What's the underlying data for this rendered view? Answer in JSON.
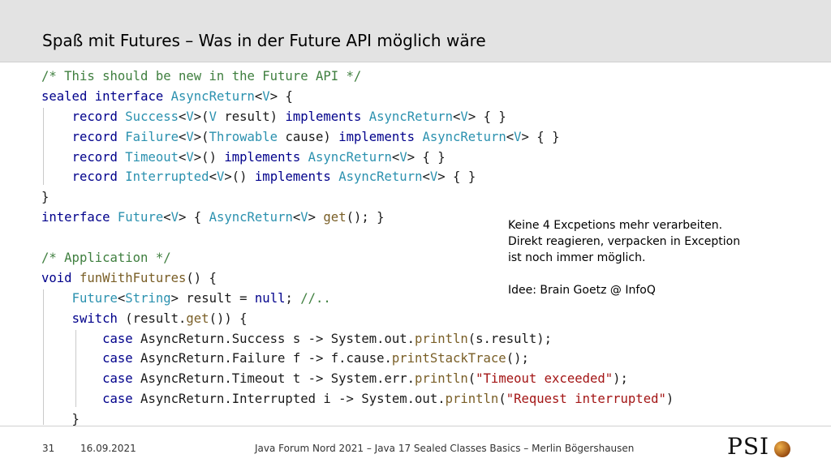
{
  "slide": {
    "title": "Spaß mit Futures – Was in der Future API möglich wäre",
    "note": [
      "Keine 4 Excpetions mehr verarbeiten.",
      "Direkt reagieren, verpacken in Exception",
      "ist noch immer möglich.",
      "",
      "Idee: Brain Goetz @ InfoQ"
    ],
    "footer": {
      "page_number": "31",
      "date": "16.09.2021",
      "event": "Java Forum Nord 2021 – Java 17 Sealed Classes Basics – Merlin Bögershausen"
    },
    "logo": {
      "text": "PSI"
    },
    "colors": {
      "keyword": "#00008b",
      "comment": "#3f7f3f",
      "type": "#2b91af",
      "method": "#795e26",
      "string": "#a31515"
    }
  },
  "code": [
    [
      {
        "t": "/* This should be new in the Future API */",
        "c": "cm"
      }
    ],
    [
      {
        "t": "sealed",
        "c": "kw"
      },
      {
        "t": " "
      },
      {
        "t": "interface",
        "c": "kw"
      },
      {
        "t": " "
      },
      {
        "t": "AsyncReturn",
        "c": "ty"
      },
      {
        "t": "<"
      },
      {
        "t": "V",
        "c": "ty"
      },
      {
        "t": "> {"
      }
    ],
    [
      {
        "t": "    "
      },
      {
        "t": "record",
        "c": "kw"
      },
      {
        "t": " "
      },
      {
        "t": "Success",
        "c": "ty"
      },
      {
        "t": "<"
      },
      {
        "t": "V",
        "c": "ty"
      },
      {
        "t": ">("
      },
      {
        "t": "V",
        "c": "ty"
      },
      {
        "t": " result) "
      },
      {
        "t": "implements",
        "c": "kw"
      },
      {
        "t": " "
      },
      {
        "t": "AsyncReturn",
        "c": "ty"
      },
      {
        "t": "<"
      },
      {
        "t": "V",
        "c": "ty"
      },
      {
        "t": "> { }"
      }
    ],
    [
      {
        "t": "    "
      },
      {
        "t": "record",
        "c": "kw"
      },
      {
        "t": " "
      },
      {
        "t": "Failure",
        "c": "ty"
      },
      {
        "t": "<"
      },
      {
        "t": "V",
        "c": "ty"
      },
      {
        "t": ">("
      },
      {
        "t": "Throwable",
        "c": "ty"
      },
      {
        "t": " cause) "
      },
      {
        "t": "implements",
        "c": "kw"
      },
      {
        "t": " "
      },
      {
        "t": "AsyncReturn",
        "c": "ty"
      },
      {
        "t": "<"
      },
      {
        "t": "V",
        "c": "ty"
      },
      {
        "t": "> { }"
      }
    ],
    [
      {
        "t": "    "
      },
      {
        "t": "record",
        "c": "kw"
      },
      {
        "t": " "
      },
      {
        "t": "Timeout",
        "c": "ty"
      },
      {
        "t": "<"
      },
      {
        "t": "V",
        "c": "ty"
      },
      {
        "t": ">() "
      },
      {
        "t": "implements",
        "c": "kw"
      },
      {
        "t": " "
      },
      {
        "t": "AsyncReturn",
        "c": "ty"
      },
      {
        "t": "<"
      },
      {
        "t": "V",
        "c": "ty"
      },
      {
        "t": "> { }"
      }
    ],
    [
      {
        "t": "    "
      },
      {
        "t": "record",
        "c": "kw"
      },
      {
        "t": " "
      },
      {
        "t": "Interrupted",
        "c": "ty"
      },
      {
        "t": "<"
      },
      {
        "t": "V",
        "c": "ty"
      },
      {
        "t": ">() "
      },
      {
        "t": "implements",
        "c": "kw"
      },
      {
        "t": " "
      },
      {
        "t": "AsyncReturn",
        "c": "ty"
      },
      {
        "t": "<"
      },
      {
        "t": "V",
        "c": "ty"
      },
      {
        "t": "> { }"
      }
    ],
    [
      {
        "t": "}"
      }
    ],
    [
      {
        "t": "interface",
        "c": "kw"
      },
      {
        "t": " "
      },
      {
        "t": "Future",
        "c": "ty"
      },
      {
        "t": "<"
      },
      {
        "t": "V",
        "c": "ty"
      },
      {
        "t": "> { "
      },
      {
        "t": "AsyncReturn",
        "c": "ty"
      },
      {
        "t": "<"
      },
      {
        "t": "V",
        "c": "ty"
      },
      {
        "t": "> "
      },
      {
        "t": "get",
        "c": "mt"
      },
      {
        "t": "(); }"
      }
    ],
    [
      {
        "t": ""
      }
    ],
    [
      {
        "t": "/* Application */",
        "c": "cm"
      }
    ],
    [
      {
        "t": "void",
        "c": "kw"
      },
      {
        "t": " "
      },
      {
        "t": "funWithFutures",
        "c": "mt"
      },
      {
        "t": "() {"
      }
    ],
    [
      {
        "t": "    "
      },
      {
        "t": "Future",
        "c": "ty"
      },
      {
        "t": "<"
      },
      {
        "t": "String",
        "c": "ty"
      },
      {
        "t": "> result = "
      },
      {
        "t": "null",
        "c": "kw"
      },
      {
        "t": "; "
      },
      {
        "t": "//..",
        "c": "cm"
      }
    ],
    [
      {
        "t": "    "
      },
      {
        "t": "switch",
        "c": "kw"
      },
      {
        "t": " (result."
      },
      {
        "t": "get",
        "c": "mt"
      },
      {
        "t": "()) {"
      }
    ],
    [
      {
        "t": "        "
      },
      {
        "t": "case",
        "c": "kw"
      },
      {
        "t": " AsyncReturn.Success s -> System.out."
      },
      {
        "t": "println",
        "c": "mt"
      },
      {
        "t": "(s.result);"
      }
    ],
    [
      {
        "t": "        "
      },
      {
        "t": "case",
        "c": "kw"
      },
      {
        "t": " AsyncReturn.Failure f -> f.cause."
      },
      {
        "t": "printStackTrace",
        "c": "mt"
      },
      {
        "t": "();"
      }
    ],
    [
      {
        "t": "        "
      },
      {
        "t": "case",
        "c": "kw"
      },
      {
        "t": " AsyncReturn.Timeout t -> System.err."
      },
      {
        "t": "println",
        "c": "mt"
      },
      {
        "t": "("
      },
      {
        "t": "\"Timeout exceeded\"",
        "c": "st"
      },
      {
        "t": ");"
      }
    ],
    [
      {
        "t": "        "
      },
      {
        "t": "case",
        "c": "kw"
      },
      {
        "t": " AsyncReturn.Interrupted i -> System.out."
      },
      {
        "t": "println",
        "c": "mt"
      },
      {
        "t": "("
      },
      {
        "t": "\"Request interrupted\"",
        "c": "st"
      },
      {
        "t": ")"
      }
    ],
    [
      {
        "t": "    }"
      }
    ]
  ]
}
